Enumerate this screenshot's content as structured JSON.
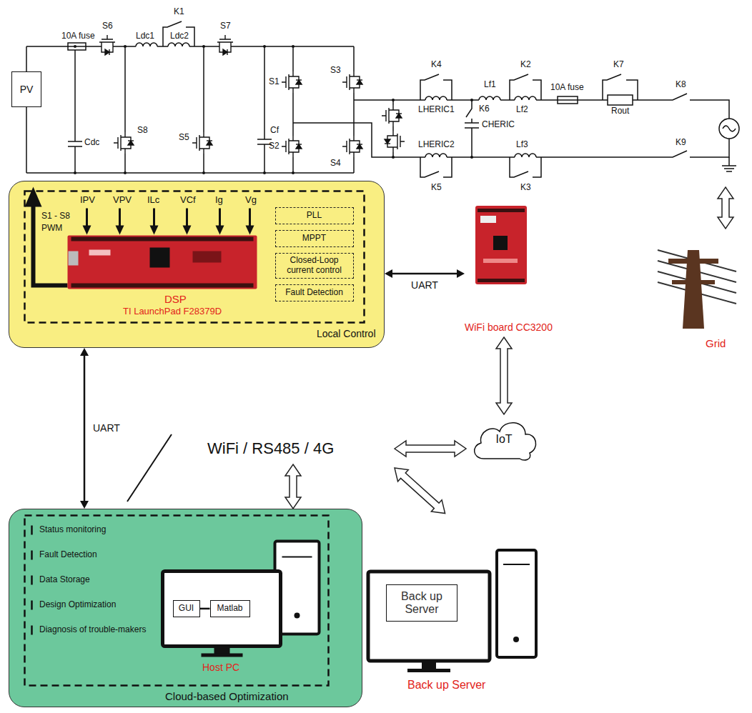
{
  "diagram": {
    "nodes": [
      {
        "text": [
          "PV"
        ]
      },
      {
        "text": [
          "Local Control"
        ]
      },
      {
        "text": [
          "PLL"
        ],
        "in": 1
      },
      {
        "text": [
          "MPPT"
        ],
        "in": 1
      },
      {
        "text": [
          "Closed-Loop current control"
        ],
        "in": 1
      },
      {
        "text": [
          "Fault Detection"
        ],
        "in": 1
      },
      {
        "text": [
          "WiFi board CC3200"
        ]
      },
      {
        "text": [
          "Grid"
        ]
      },
      {
        "text": [
          "IoT"
        ]
      },
      {
        "text": [
          "Cloud-based Optimization"
        ]
      },
      {
        "text": [
          "GUI"
        ],
        "in": 9
      },
      {
        "text": [
          "Matlab"
        ],
        "in": 9
      },
      {
        "text": [
          "Back up Server"
        ]
      }
    ],
    "edges": [
      {
        "from": 1,
        "to": 6,
        "arrow": "both",
        "label": "UART"
      },
      {
        "from": 1,
        "to": 9,
        "arrow": "both",
        "label": "UART"
      },
      {
        "from": 6,
        "to": 8,
        "arrow": "both"
      },
      {
        "from": 10,
        "to": 11,
        "arrow": "none"
      }
    ],
    "labels": [
      "10A fuse",
      "S6",
      "Ldc1",
      "K1",
      "Ldc2",
      "S7",
      "Cdc",
      "S8",
      "S5",
      "Cf",
      "S1",
      "S3",
      "S2",
      "S4",
      "K4",
      "LHERIC1",
      "Lf1",
      "K2",
      "Lf2",
      "10A fuse",
      "K7",
      "Rout",
      "K8",
      "K6",
      "CHERIC",
      "LHERIC2",
      "K5",
      "Lf3",
      "K3",
      "K9",
      "IPV",
      "VPV",
      "ILc",
      "VCf",
      "Ig",
      "Vg",
      "S1 - S8",
      "PWM",
      "DSP",
      "TI LaunchPad F28379D",
      "WiFi / RS485 / 4G",
      "Status monitoring",
      "Fault Detection",
      "Data Storage",
      "Design Optimization",
      "Diagnosis of trouble-makers",
      "Host PC",
      "Back up Server"
    ]
  }
}
